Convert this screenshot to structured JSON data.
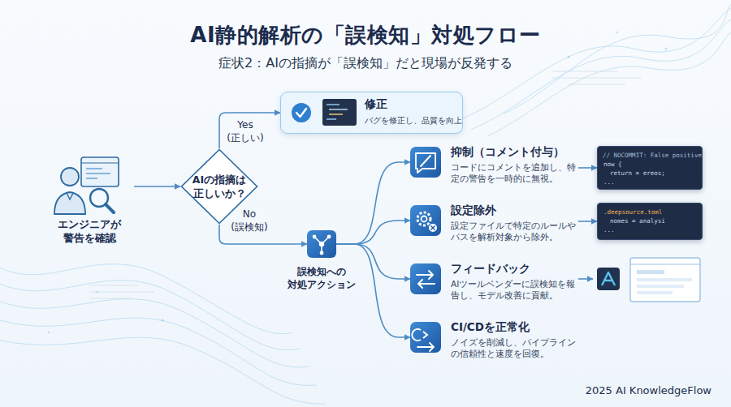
{
  "diagram": {
    "title": "AI静的解析の「誤検知」対処フロー",
    "nodes": [
      {
        "text": [
          "エンジニアが 警告を確認"
        ]
      },
      {
        "text": [
          "AIの指摘は 正しいか？"
        ]
      },
      {
        "text": [
          "修正",
          "バグを修正し、品質を向上"
        ]
      },
      {
        "text": [
          "誤検知への 対処アクション"
        ]
      },
      {
        "text": [
          "抑制（コメント付与）",
          "コードにコメントを追加し、特定の警告を一時的に無視。"
        ]
      },
      {
        "text": [
          "設定除外",
          "設定ファイルで特定のルールやパスを解析対象から除外。"
        ]
      },
      {
        "text": [
          "フィードバック",
          "AIツールベンダーに誤検知を報告し、モデル改善に貢献。"
        ]
      },
      {
        "text": [
          "CI/CDを正常化",
          "ノイズを削減し、パイプラインの信頼性と速度を回復。"
        ]
      },
      {
        "text": [
          "// NOCOMMIT: False positive",
          "now {",
          "return = ereos;",
          "..."
        ]
      },
      {
        "text": [
          ".deepsource.toml",
          "nomes = analysi",
          "..."
        ]
      }
    ],
    "edges": [
      {
        "from": 0,
        "to": 1,
        "arrow": "to"
      },
      {
        "from": 1,
        "to": 2,
        "label": "Yes (正しい)",
        "arrow": "to"
      },
      {
        "from": 1,
        "to": 3,
        "label": "No (誤検知)",
        "arrow": "to"
      },
      {
        "from": 3,
        "to": 4,
        "arrow": "to"
      },
      {
        "from": 3,
        "to": 5,
        "arrow": "to"
      },
      {
        "from": 3,
        "to": 6,
        "arrow": "to"
      },
      {
        "from": 3,
        "to": 7,
        "arrow": "to"
      },
      {
        "from": 4,
        "to": 8,
        "arrow": "to"
      },
      {
        "from": 5,
        "to": 9,
        "arrow": "to"
      }
    ],
    "labels": [
      "症状2：AIの指摘が「誤検知」だと現場が反発する",
      "2025 AI KnowledgeFlow"
    ]
  }
}
